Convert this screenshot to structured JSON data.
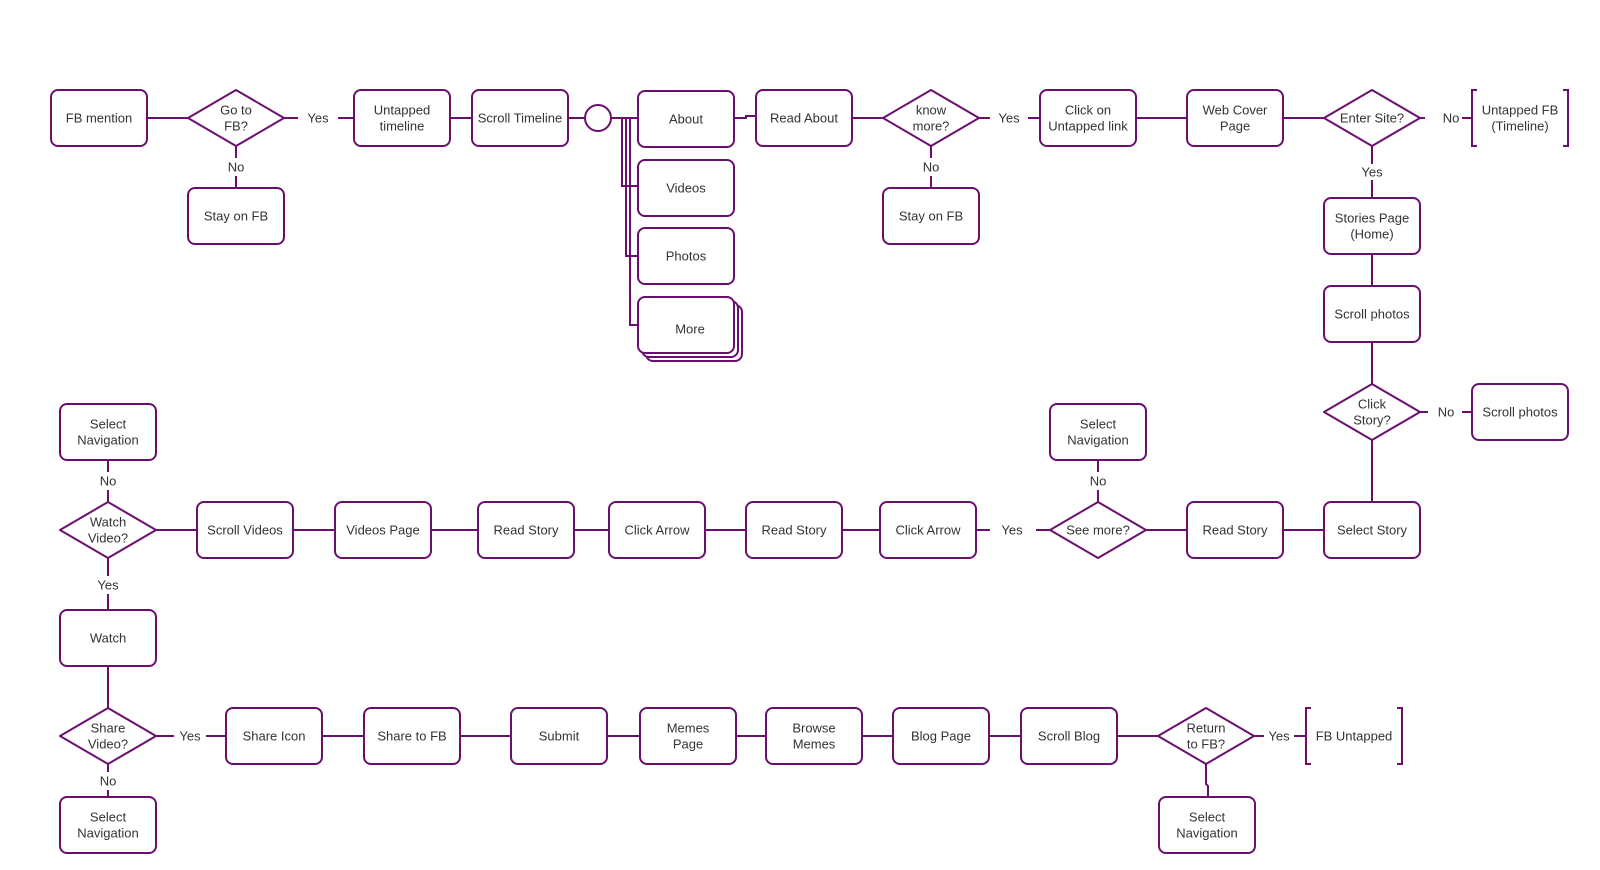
{
  "colors": {
    "stroke": "#6a0f6e",
    "text": "#333333",
    "background": "#ffffff"
  },
  "nodes": {
    "fb_mention": "FB mention",
    "go_to_fb": "Go to\nFB?",
    "stay_on_fb_1": "Stay on FB",
    "untapped_timeline": "Untapped\ntimeline",
    "scroll_timeline": "Scroll Timeline",
    "about": "About",
    "videos": "Videos",
    "photos": "Photos",
    "more": "More",
    "read_about": "Read About",
    "know_more": "know\nmore?",
    "stay_on_fb_2": "Stay on FB",
    "click_untapped_link": "Click on\nUntapped link",
    "web_cover_page": "Web Cover\nPage",
    "enter_site": "Enter Site?",
    "untapped_fb_timeline": "Untapped FB\n(Timeline)",
    "stories_page": "Stories Page\n(Home)",
    "scroll_photos_1": "Scroll photos",
    "click_story": "Click\nStory?",
    "scroll_photos_2": "Scroll photos",
    "select_story": "Select Story",
    "read_story_1": "Read Story",
    "see_more": "See more?",
    "select_navigation_1": "Select\nNavigation",
    "click_arrow_1": "Click Arrow",
    "read_story_2": "Read Story",
    "click_arrow_2": "Click Arrow",
    "read_story_3": "Read Story",
    "videos_page": "Videos Page",
    "scroll_videos": "Scroll Videos",
    "watch_video": "Watch\nVideo?",
    "select_navigation_2": "Select\nNavigation",
    "watch": "Watch",
    "share_video": "Share\nVideo?",
    "select_navigation_3": "Select\nNavigation",
    "share_icon": "Share Icon",
    "share_to_fb": "Share to  FB",
    "submit": "Submit",
    "memes_page": "Memes\nPage",
    "browse_memes": "Browse\nMemes",
    "blog_page": "Blog Page",
    "scroll_blog": "Scroll Blog",
    "return_to_fb": "Return\nto FB?",
    "select_navigation_4": "Select\nNavigation",
    "fb_untapped": "FB Untapped"
  },
  "edge_labels": {
    "yes": "Yes",
    "no": "No"
  }
}
